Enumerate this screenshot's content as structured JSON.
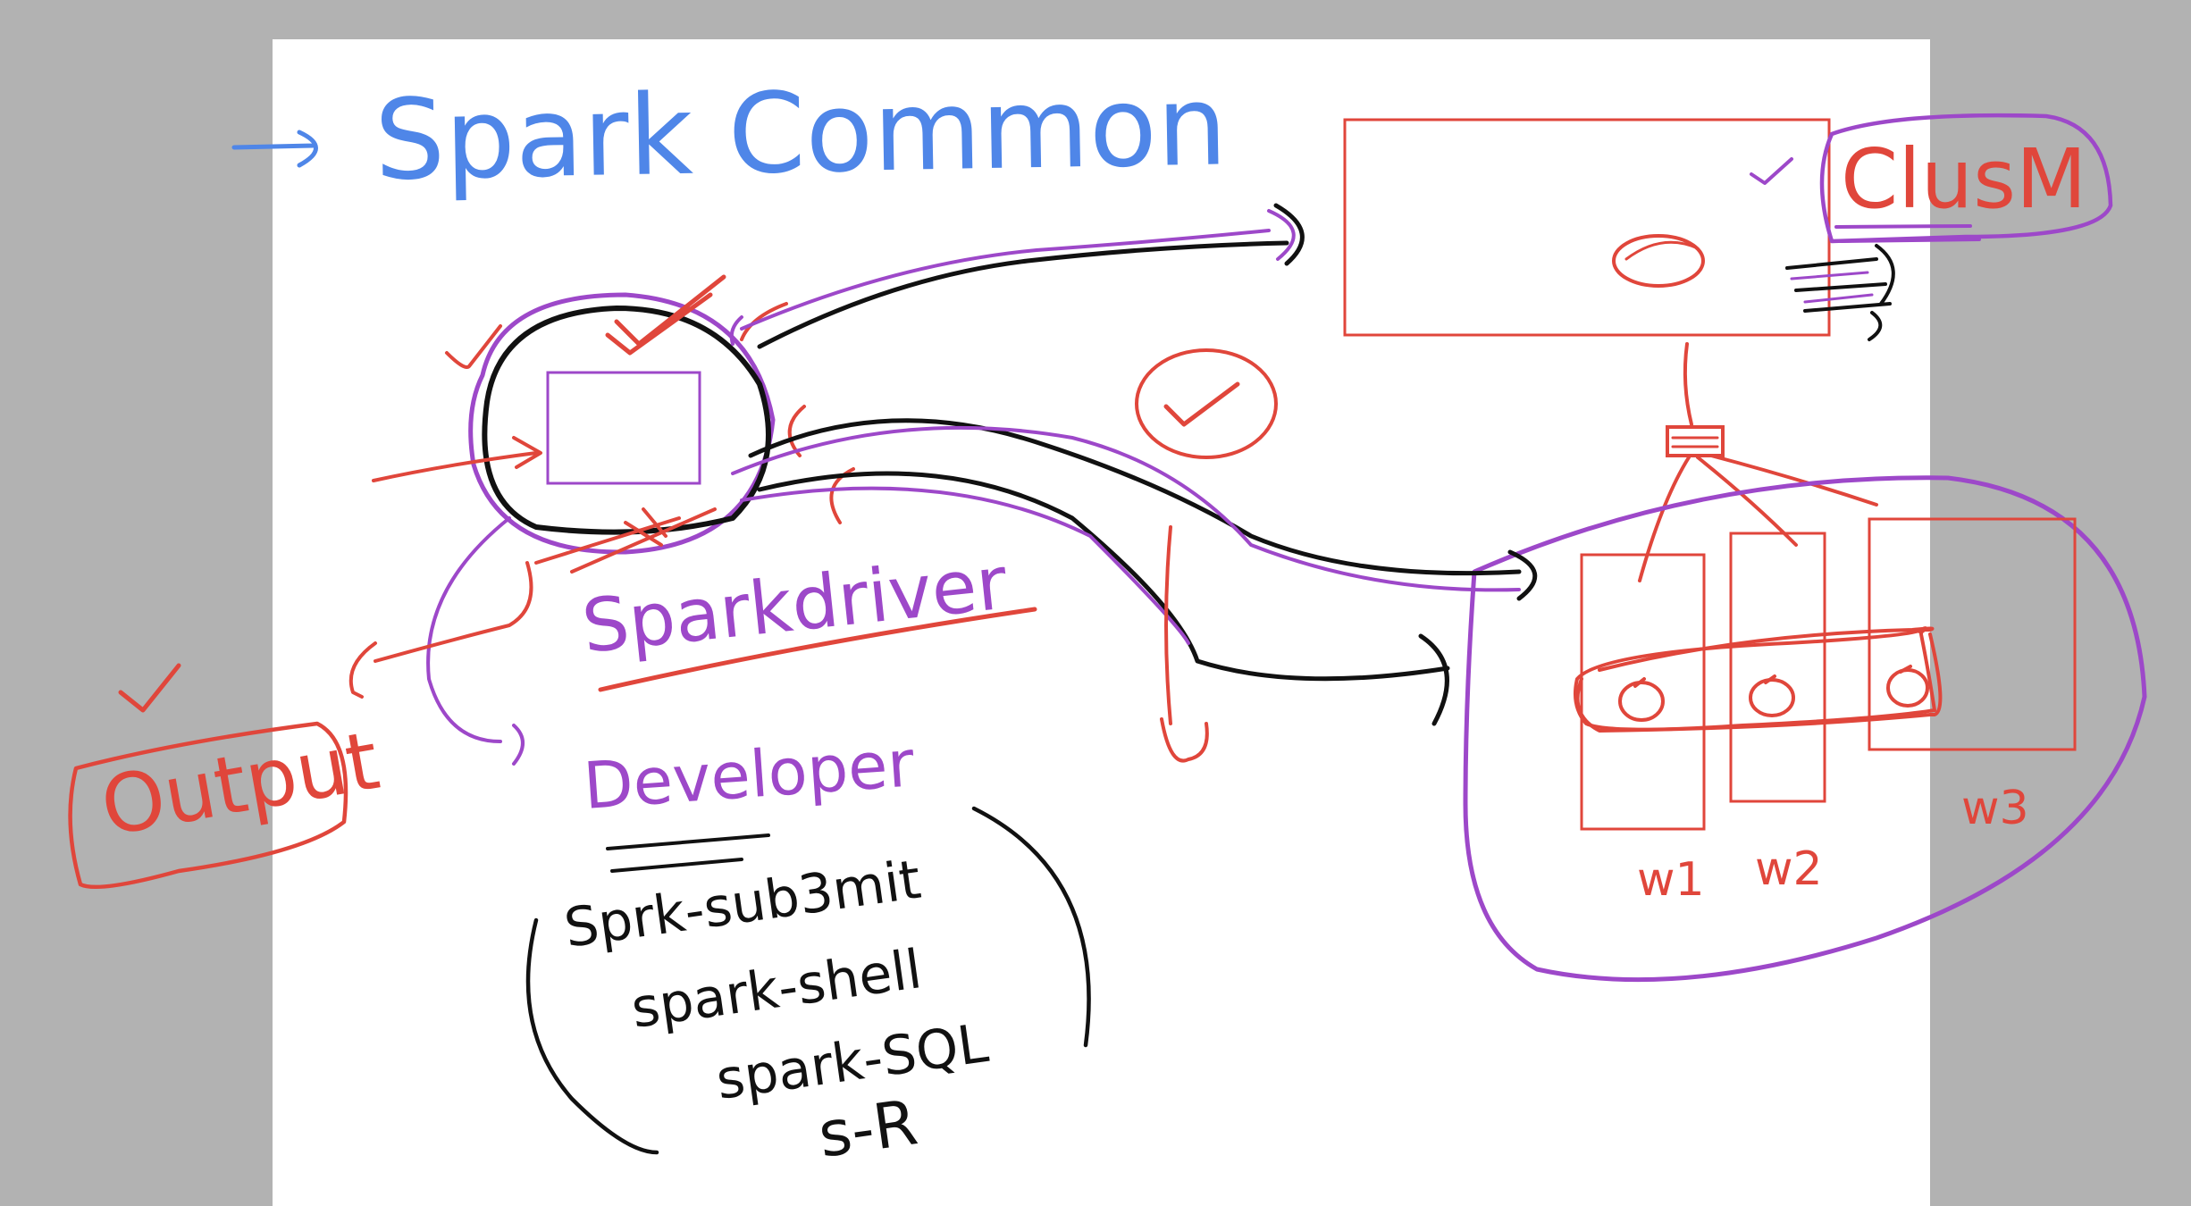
{
  "diagram": {
    "title": "Spark Common",
    "cluster_manager_label": "ClusM",
    "driver_label": "Sparkdriver",
    "output_label": "Output",
    "developer_label": "Developer",
    "tools": [
      "Sprk-sub3mit",
      "spark-shell",
      "spark-SQL",
      "s-R"
    ],
    "workers": [
      "w1",
      "w2",
      "w3"
    ]
  },
  "colors": {
    "background": "#b2b2b2",
    "canvas": "#ffffff",
    "blue_ink": "#4f86e8",
    "red_ink": "#e0463b",
    "purple_ink": "#9d48c9",
    "black_ink": "#111111"
  }
}
